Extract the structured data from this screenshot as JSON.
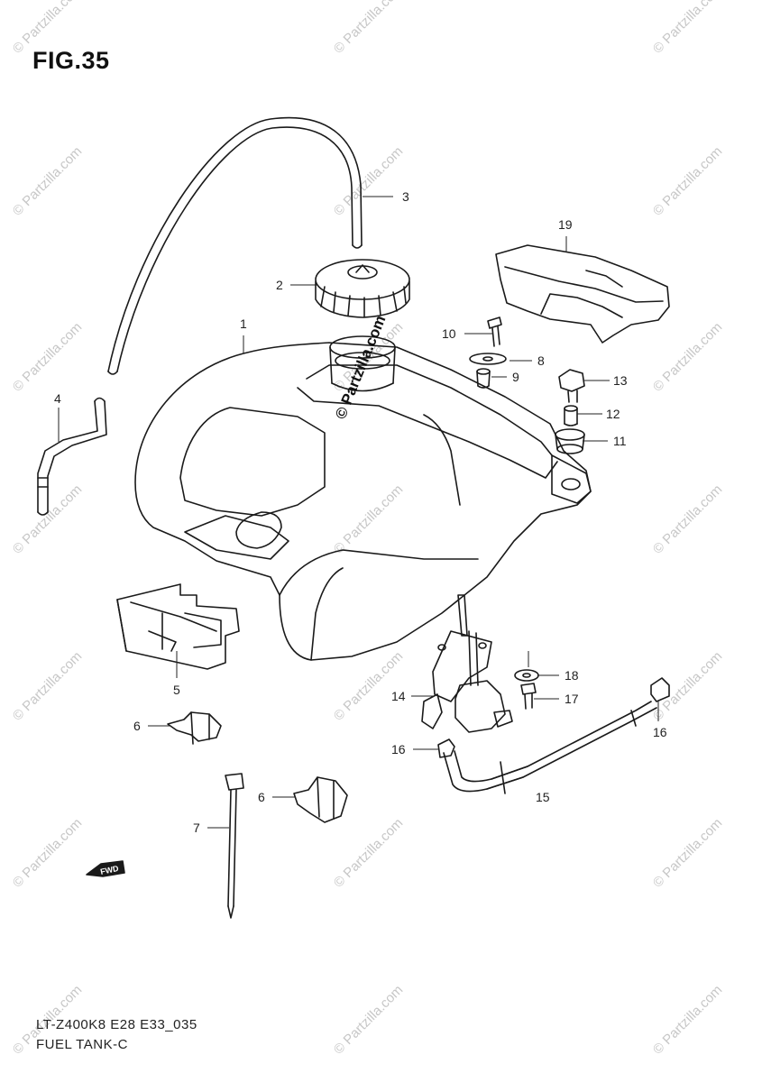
{
  "figure": {
    "title": "FIG.35",
    "code": "LT-Z400K8 E28 E33_035",
    "name": "FUEL TANK-C",
    "watermark": "© Partzilla.com",
    "stamp": "© Partzilla.com",
    "fwd_label": "FWD"
  },
  "callouts": [
    {
      "id": "c1",
      "label": "1"
    },
    {
      "id": "c2",
      "label": "2"
    },
    {
      "id": "c3",
      "label": "3"
    },
    {
      "id": "c4",
      "label": "4"
    },
    {
      "id": "c5",
      "label": "5"
    },
    {
      "id": "c6a",
      "label": "6"
    },
    {
      "id": "c6b",
      "label": "6"
    },
    {
      "id": "c7",
      "label": "7"
    },
    {
      "id": "c8",
      "label": "8"
    },
    {
      "id": "c9",
      "label": "9"
    },
    {
      "id": "c10",
      "label": "10"
    },
    {
      "id": "c11",
      "label": "11"
    },
    {
      "id": "c12",
      "label": "12"
    },
    {
      "id": "c13",
      "label": "13"
    },
    {
      "id": "c14",
      "label": "14"
    },
    {
      "id": "c15",
      "label": "15"
    },
    {
      "id": "c16a",
      "label": "16"
    },
    {
      "id": "c16b",
      "label": "16"
    },
    {
      "id": "c17",
      "label": "17"
    },
    {
      "id": "c18",
      "label": "18"
    },
    {
      "id": "c19",
      "label": "19"
    }
  ]
}
